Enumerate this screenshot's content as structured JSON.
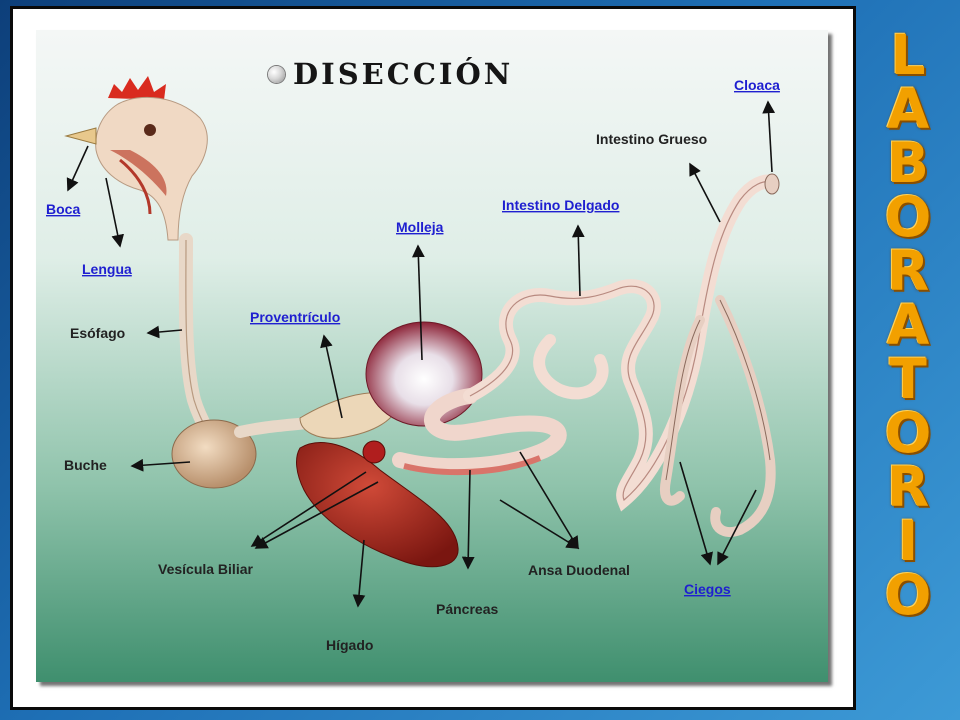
{
  "slide": {
    "title": "DISECCIÓN",
    "side_title": "LABORATORIO",
    "bullet_icon": "sphere-bullet-icon"
  },
  "diagram": {
    "labels": {
      "boca": "Boca",
      "lengua": "Lengua",
      "esofago": "Esófago",
      "buche": "Buche",
      "proventriculo": "Proventrículo",
      "molleja": "Molleja",
      "intestino_delgado": "Intestino Delgado",
      "intestino_grueso": "Intestino Grueso",
      "cloaca": "Cloaca",
      "vesicula_biliar": "Vesícula Biliar",
      "ansa_duodenal": "Ansa Duodenal",
      "ciegos": "Ciegos",
      "pancreas": "Páncreas",
      "higado": "Hígado"
    }
  },
  "colors": {
    "accent_title": "#f2a000",
    "link_label": "#1f1fd0",
    "background": "#1e6fb5"
  }
}
